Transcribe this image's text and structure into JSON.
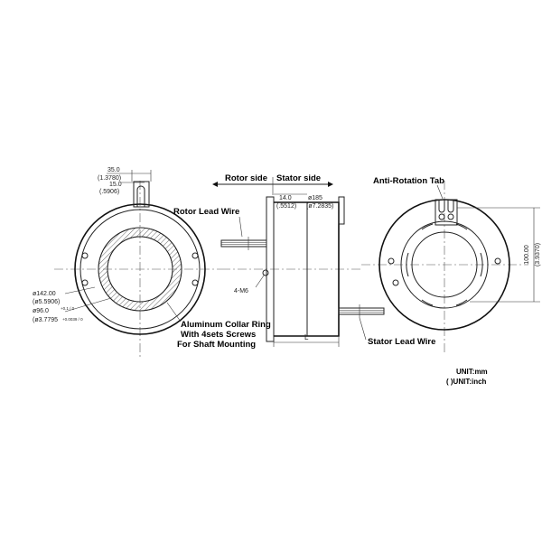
{
  "labels": {
    "rotor_side": "Rotor side",
    "stator_side": "Stator side",
    "rotor_lead_wire": "Rotor Lead Wire",
    "anti_rotation_tab": "Anti-Rotation Tab",
    "collar_line1": "Aluminum Collar Ring",
    "collar_line2": "With 4sets Screws",
    "collar_line3": "For Shaft Mounting",
    "stator_lead_wire": "Stator Lead Wire",
    "screws": "4-M6"
  },
  "dims": {
    "top_35": "35.0",
    "top_35_in": "(1.3780)",
    "top_15": "15.0",
    "top_15_in": "(.5906)",
    "od_142": "ø142.00",
    "od_142_in": "(ø5.5906)",
    "id_96": "ø96.0",
    "id_96_tol": "+0.1 / 0",
    "id_96_in": "(ø3.7795",
    "id_96_in_tol": "+0.0039 / 0",
    "side_14": "14.0",
    "side_14_in": "(.5512)",
    "side_185": "ø185",
    "side_185_in": "(ø7.2835)",
    "len_L": "L",
    "right_100": "100.00",
    "right_100_in": "(3.9370)"
  },
  "units": {
    "mm": "UNIT:mm",
    "inch": "( )UNIT:inch"
  }
}
